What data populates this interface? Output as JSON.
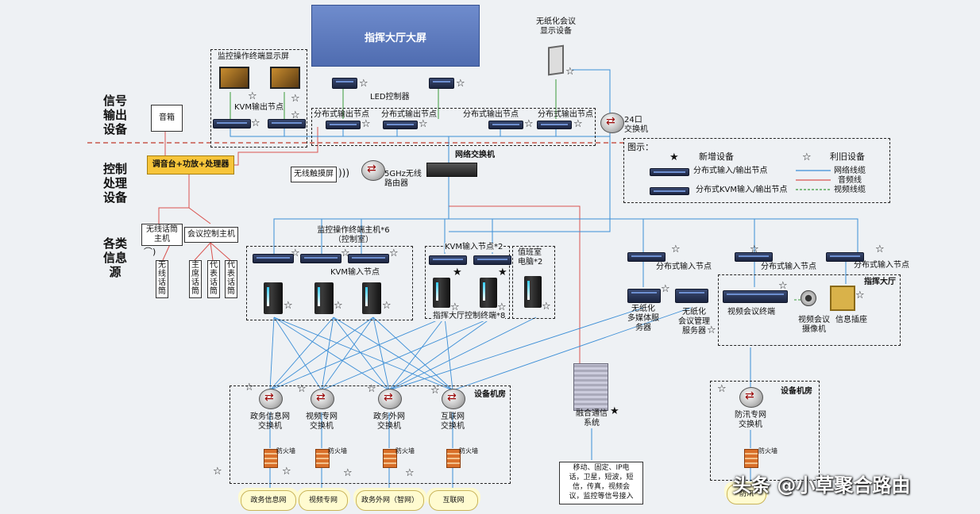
{
  "title": "指挥大厅大屏",
  "paperless": "无纸化会议\n显示设备",
  "left_labels": {
    "signal": "信号\n输出\n设备",
    "control": "控制\n处理\n设备",
    "source": "各类\n信息\n源"
  },
  "monitor_display": "监控操作终端显示屏",
  "kvm_out": "KVM输出节点",
  "led_ctrl": "LED控制器",
  "dist_out1": "分布式输出节点",
  "dist_out2": "分布式输出节点",
  "dist_out3": "分布式输出节点",
  "speaker": "音箱",
  "mixer": "调音台+功放+处理器",
  "net_switch": "网络交换机",
  "switch24": "24口\n交换机",
  "wireless_touch": "无线触摸屏",
  "router": "5GHz无线\n路由器",
  "wireless_mic_host": "无线话筒\n主机",
  "conf_ctrl_host": "会议控制主机",
  "mic_wireless": "无\n线\n话\n筒",
  "mic_chair": "主\n席\n话\n筒",
  "mic_rep1": "代\n表\n话\n筒",
  "mic_rep2": "代\n表\n话\n筒",
  "monitor_host": "监控操作终端主机*6\n（控制室）",
  "kvm_in_node": "KVM输入节点",
  "kvm_in2": "KVM输入节点*2",
  "duty_pc": "值班室\n电脑*2",
  "hall_ctrl": "指挥大厅控制终端*8",
  "dist_in1": "分布式输入节点",
  "dist_in2": "分布式输入节点",
  "dist_in3": "分布式输入节点",
  "paperless_media": "无纸化\n多媒体服\n务器",
  "paperless_mgmt": "无纸化\n会议管理\n服务器",
  "hall": "指挥大厅",
  "vc_terminal": "视频会议终端",
  "vc_camera": "视频会议\n摄像机",
  "info_socket": "信息插座",
  "legend": {
    "title": "图示：",
    "new": "新增设备",
    "reuse": "利旧设备",
    "dist_io": "分布式输入/输出节点",
    "dist_kvm": "分布式KVM输入/输出节点",
    "net_line": "网络线缆",
    "audio_line": "音频线",
    "video_line": "视频线缆"
  },
  "equip_room1": "设备机房",
  "equip_room2": "设备机房",
  "sw_gov_info": "政务信息网\n交换机",
  "sw_video": "视频专网\n交换机",
  "sw_gov_ext": "政务外网\n交换机",
  "sw_internet": "互联网\n交换机",
  "sw_flood": "防汛专网\n交换机",
  "firewall": "防火墙",
  "fusion": "融合通信\n系统",
  "access": "移动、固定、IP电\n话，卫星，短波，短\n信，传真，视频会\n议，监控等信号接入",
  "net_gov_info": "政务信息网",
  "net_video": "视频专网",
  "net_gov_ext": "政务外网（智网）",
  "net_internet": "互联网",
  "net_flood": "防汛",
  "watermark": "头条 @小草聚合路由",
  "colors": {
    "net": "#3b8ed6",
    "audio": "#d9534f",
    "video": "#3a9a3a",
    "screen": "#5b79b9"
  }
}
